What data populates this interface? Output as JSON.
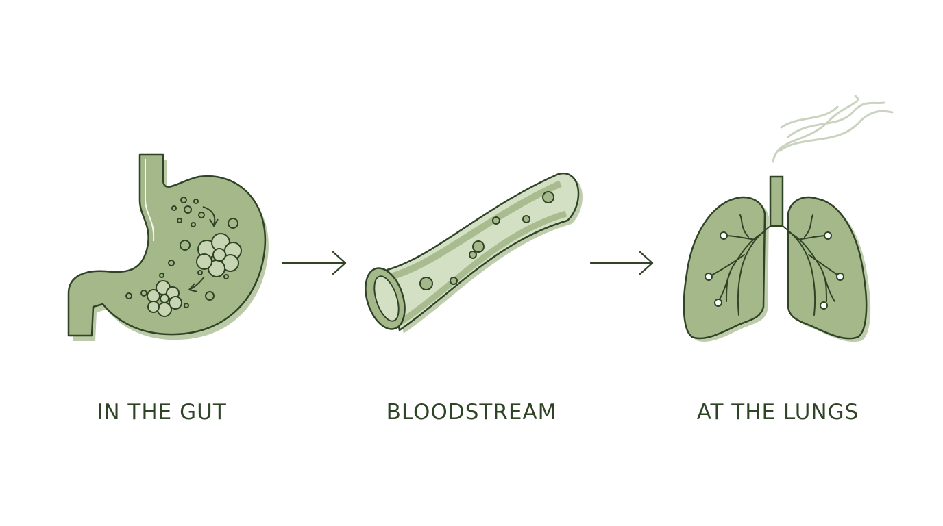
{
  "steps": [
    {
      "icon": "stomach-icon",
      "label": "IN THE GUT"
    },
    {
      "icon": "blood-vessel-icon",
      "label": "BLOODSTREAM"
    },
    {
      "icon": "lungs-icon",
      "label": "AT THE LUNGS"
    }
  ],
  "connectors": [
    "arrow-right-icon",
    "arrow-right-icon"
  ],
  "colors": {
    "fill": "#a4b88a",
    "fill_light": "#d4e0c4",
    "stroke": "#2f4327",
    "text": "#2f4327",
    "wisp": "#c9d3bf"
  }
}
